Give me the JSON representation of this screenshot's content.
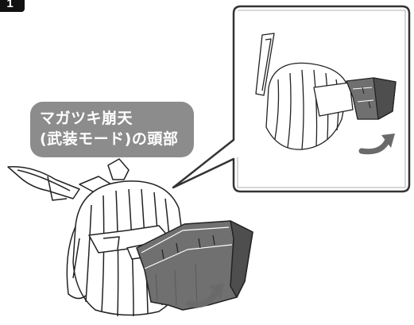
{
  "step": {
    "number": "1"
  },
  "callout": {
    "line1": "マガツキ崩天",
    "line2": "(武装モード)の頭部"
  },
  "colors": {
    "label_bg": "#8c8c8c",
    "part_fill": "#707070",
    "part_shadow": "#4e4e4e",
    "line": "#222222",
    "frame": "#333333"
  },
  "icons": {
    "arrow_main": "curved-arrow-icon",
    "arrow_detail": "curved-arrow-icon"
  }
}
